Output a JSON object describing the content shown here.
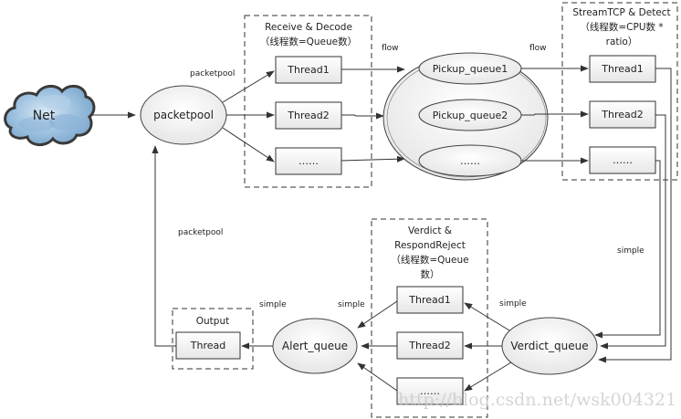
{
  "net": {
    "label": "Net",
    "icon": "cloud-icon"
  },
  "packetpool": {
    "label": "packetpool"
  },
  "edge_labels": {
    "packetpool_top": "packetpool",
    "packetpool_return": "packetpool",
    "flow_left": "flow",
    "flow_right": "flow",
    "simple_right": "simple",
    "simple_verdict": "simple",
    "simple_alert": "simple",
    "simple_output": "simple"
  },
  "receive_decode": {
    "title_line1": "Receive & Decode",
    "title_line2": "（线程数=Queue数）",
    "threads": [
      "Thread1",
      "Thread2",
      "……"
    ]
  },
  "pickup": {
    "queues": [
      "Pickup_queue1",
      "Pickup_queue2",
      "……"
    ]
  },
  "streamtcp_detect": {
    "title_line1": "StreamTCP & Detect",
    "title_line2": "（线程数=CPU数 *",
    "title_line3": "ratio）",
    "threads": [
      "Thread1",
      "Thread2",
      "……"
    ]
  },
  "verdict_queue": {
    "label": "Verdict_queue"
  },
  "verdict_respond": {
    "title_line1": "Verdict &",
    "title_line2": "RespondReject",
    "title_line3": "（线程数=Queue",
    "title_line4": "数）",
    "threads": [
      "Thread1",
      "Thread2",
      "……"
    ]
  },
  "alert_queue": {
    "label": "Alert_queue"
  },
  "output": {
    "title": "Output",
    "thread": "Thread"
  },
  "watermark": "http://blog.csdn.net/wsk004321"
}
